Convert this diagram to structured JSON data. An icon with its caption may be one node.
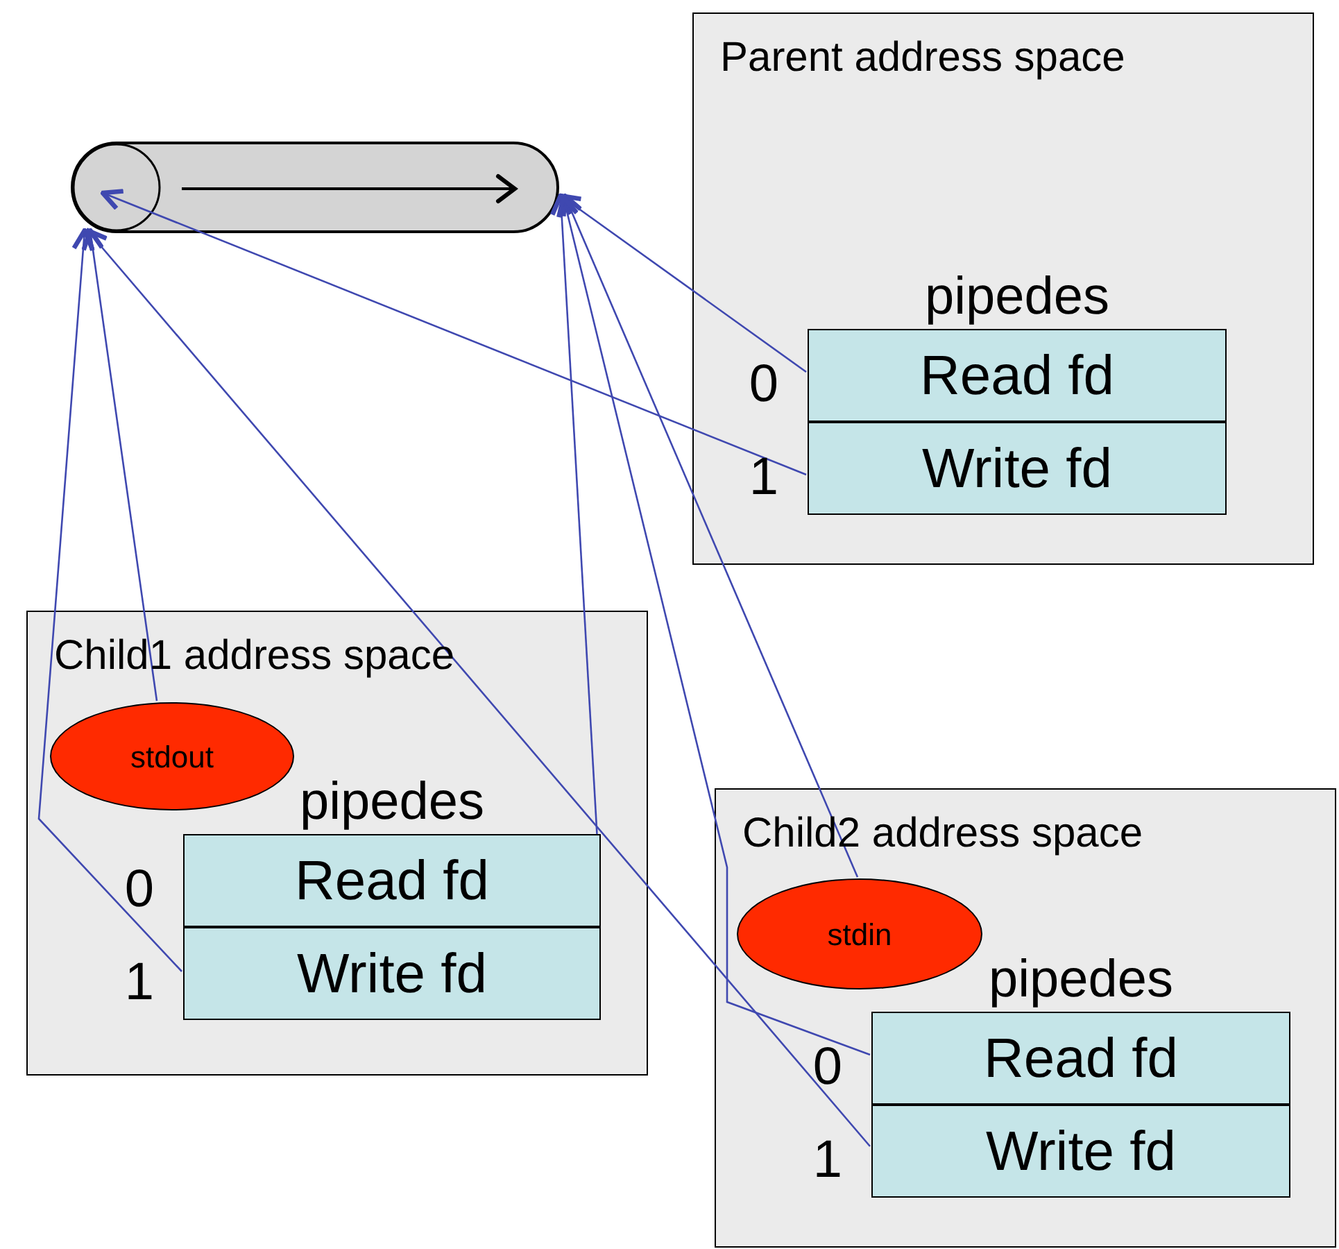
{
  "diagram": {
    "nodes": [
      {
        "text": [],
        "shape": "cylinder"
      },
      {
        "text": [
          "Parent address space"
        ]
      },
      {
        "text": [
          "pipedes"
        ],
        "in": 1
      },
      {
        "text": [
          "Read fd"
        ],
        "in": 2,
        "beside": [
          "0"
        ]
      },
      {
        "text": [
          "Write fd"
        ],
        "in": 2,
        "beside": [
          "1"
        ]
      },
      {
        "text": [
          "Child1 address space"
        ]
      },
      {
        "text": [
          "stdout"
        ],
        "in": 5
      },
      {
        "text": [
          "pipedes"
        ],
        "in": 5
      },
      {
        "text": [
          "Read fd"
        ],
        "in": 7,
        "beside": [
          "0"
        ]
      },
      {
        "text": [
          "Write fd"
        ],
        "in": 7,
        "beside": [
          "1"
        ]
      },
      {
        "text": [
          "Child2 address space"
        ]
      },
      {
        "text": [
          "stdin"
        ],
        "in": 10
      },
      {
        "text": [
          "pipedes"
        ],
        "in": 10
      },
      {
        "text": [
          "Read fd"
        ],
        "in": 12,
        "beside": [
          "0"
        ]
      },
      {
        "text": [
          "Write fd"
        ],
        "in": 12,
        "beside": [
          "1"
        ]
      }
    ],
    "edges": [
      {
        "from": 3,
        "to": 0,
        "arrow": "to",
        "color": "#3f48b0"
      },
      {
        "from": 4,
        "to": 0,
        "arrow": "to",
        "color": "#3f48b0"
      },
      {
        "from": 6,
        "to": 0,
        "arrow": "to",
        "color": "#3f48b0"
      },
      {
        "from": 9,
        "to": 0,
        "arrow": "to",
        "color": "#3f48b0"
      },
      {
        "from": 8,
        "to": 0,
        "arrow": "to",
        "color": "#3f48b0"
      },
      {
        "from": 11,
        "to": 0,
        "arrow": "to",
        "color": "#3f48b0"
      },
      {
        "from": 13,
        "to": 0,
        "arrow": "to",
        "color": "#3f48b0"
      },
      {
        "from": 14,
        "to": 0,
        "arrow": "to",
        "color": "#3f48b0"
      }
    ]
  }
}
